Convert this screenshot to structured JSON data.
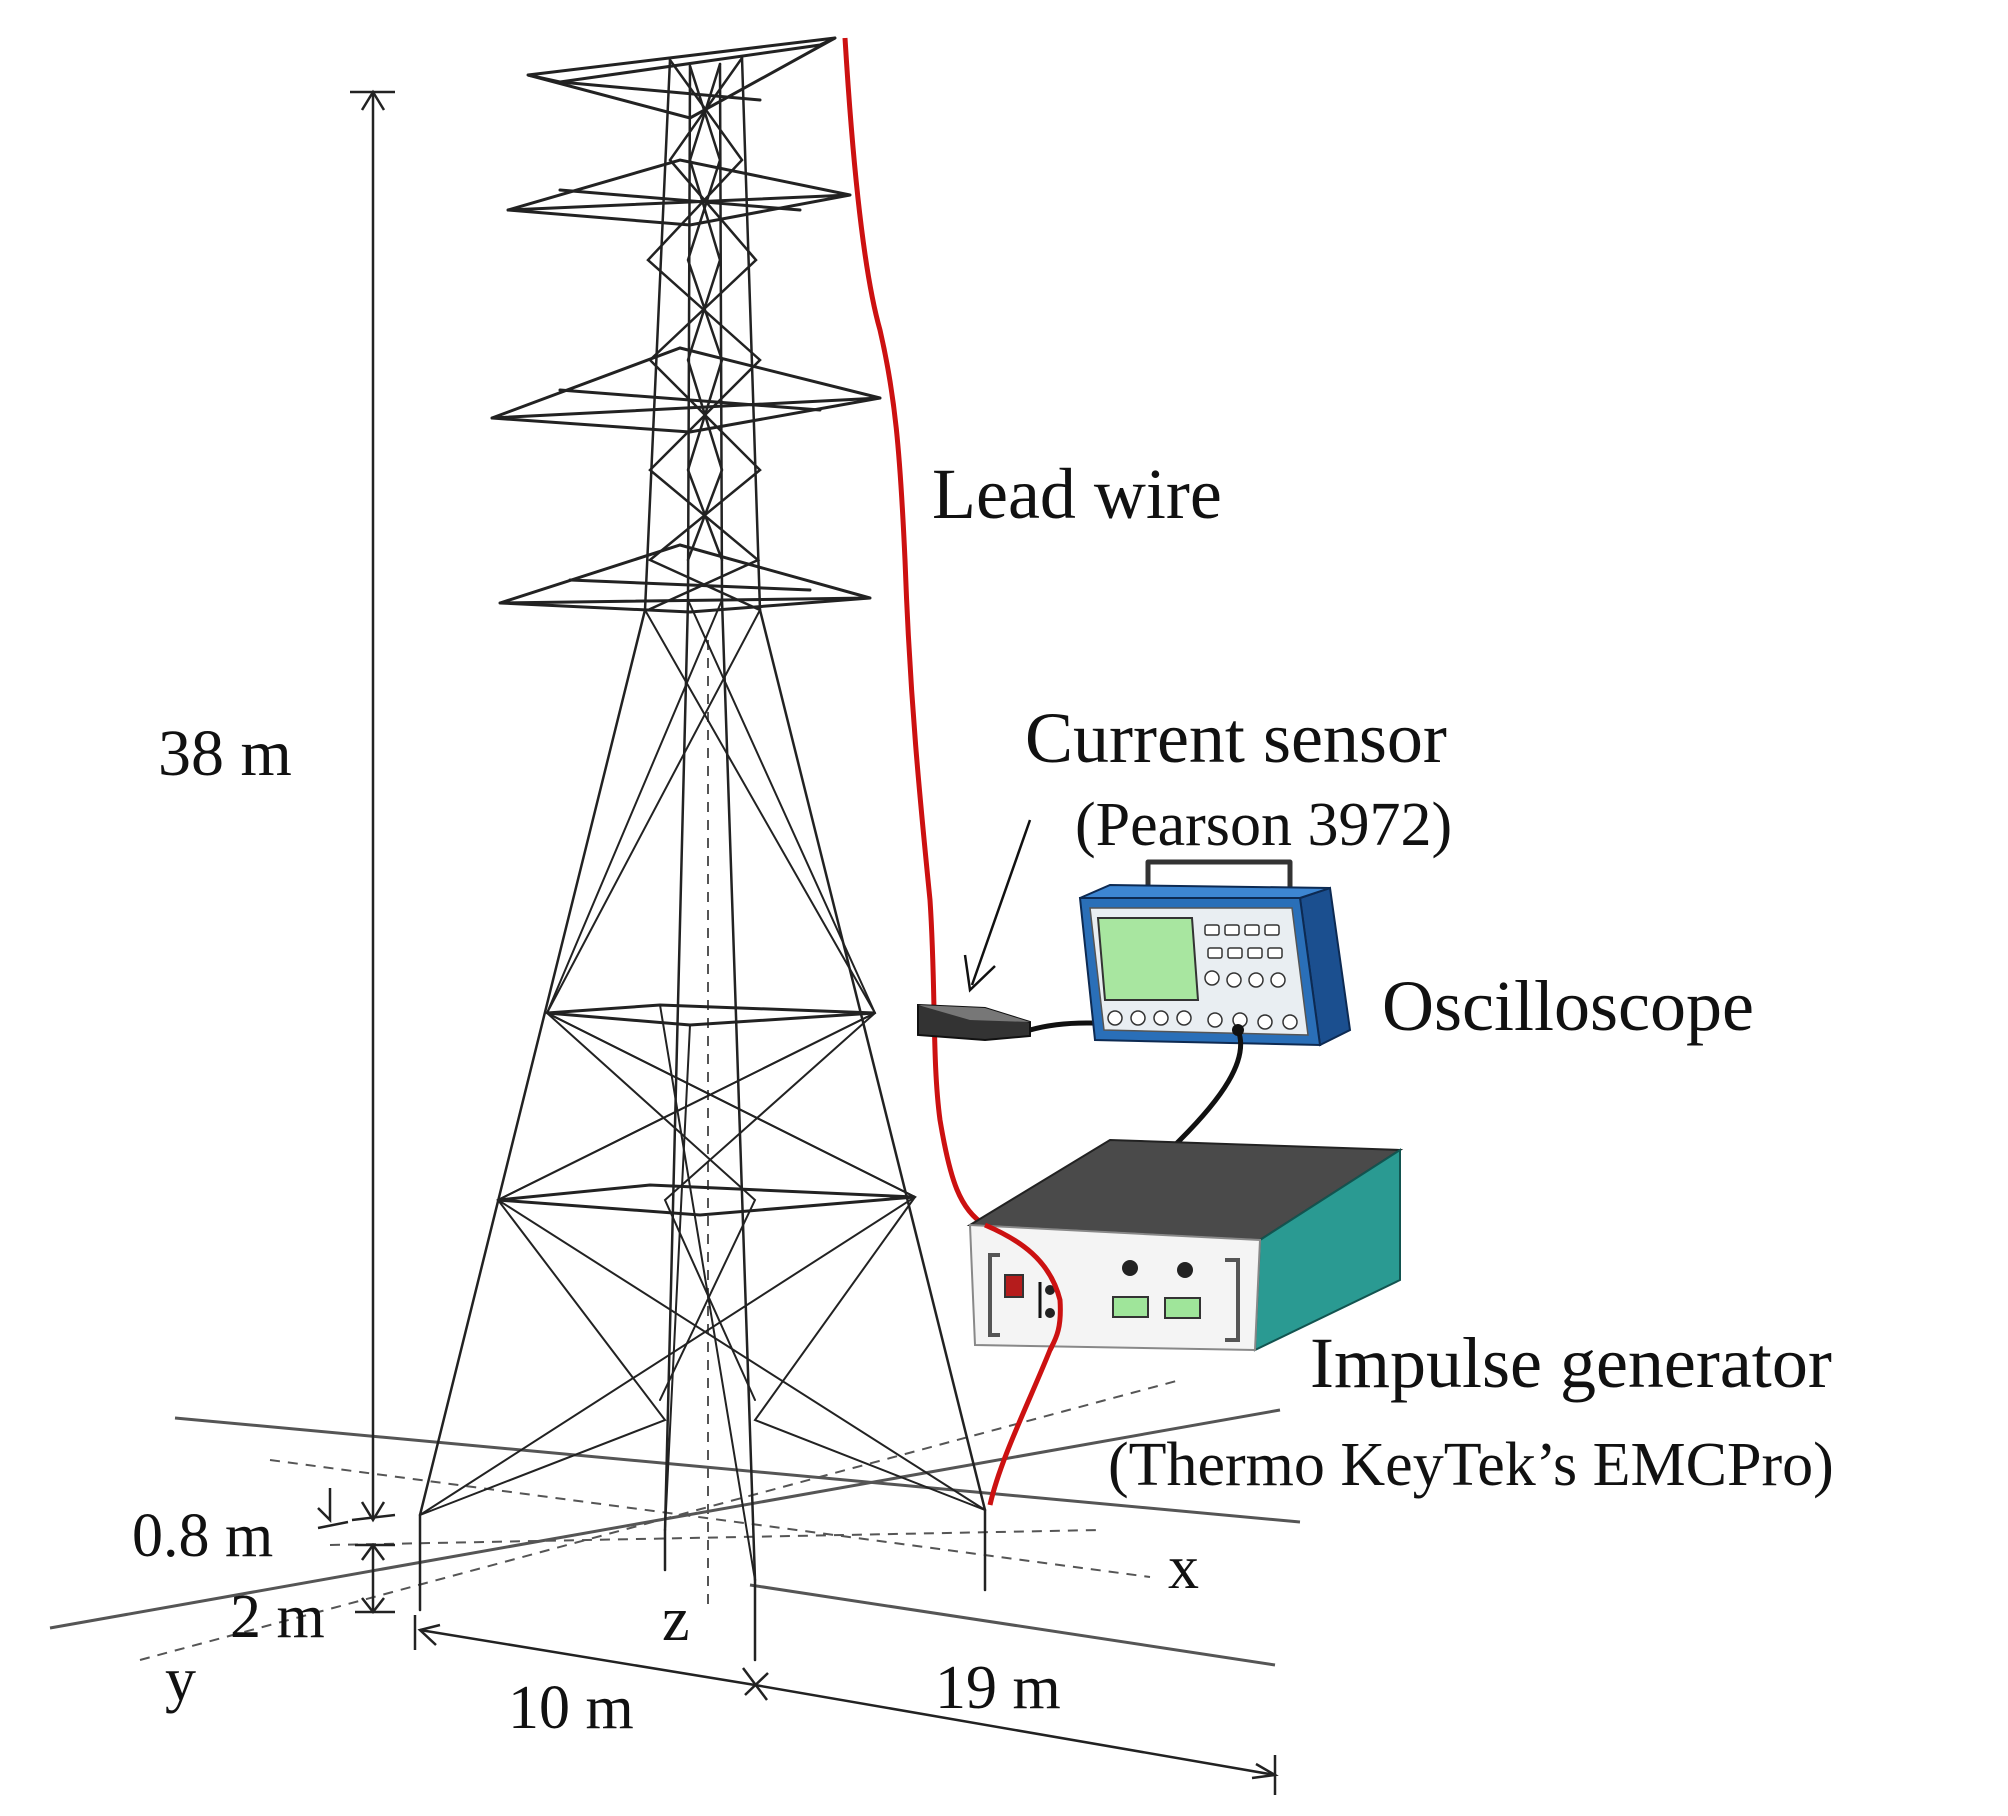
{
  "labels": {
    "lead_wire": "Lead wire",
    "current_sensor": "Current sensor",
    "current_sensor_model": "(Pearson 3972)",
    "oscilloscope": "Oscilloscope",
    "impulse_generator": "Impulse generator",
    "impulse_generator_model": "(Thermo KeyTek’s EMCPro)"
  },
  "dimensions": {
    "height": "38 m",
    "footing_offset": "0.8 m",
    "footing_depth": "2 m",
    "base_width": "10 m",
    "lead_distance": "19 m"
  },
  "axes": {
    "x": "x",
    "y": "y",
    "z": "z"
  },
  "colors": {
    "lead_wire": "#cc1111",
    "signal_cable": "#111111",
    "tower_steel": "#222222",
    "oscilloscope_body": "#2a6fb8",
    "oscilloscope_screen": "#a8e6a0",
    "generator_body": "#2a9a92",
    "generator_top": "#4a4a4a",
    "generator_face": "#f4f4f4"
  }
}
